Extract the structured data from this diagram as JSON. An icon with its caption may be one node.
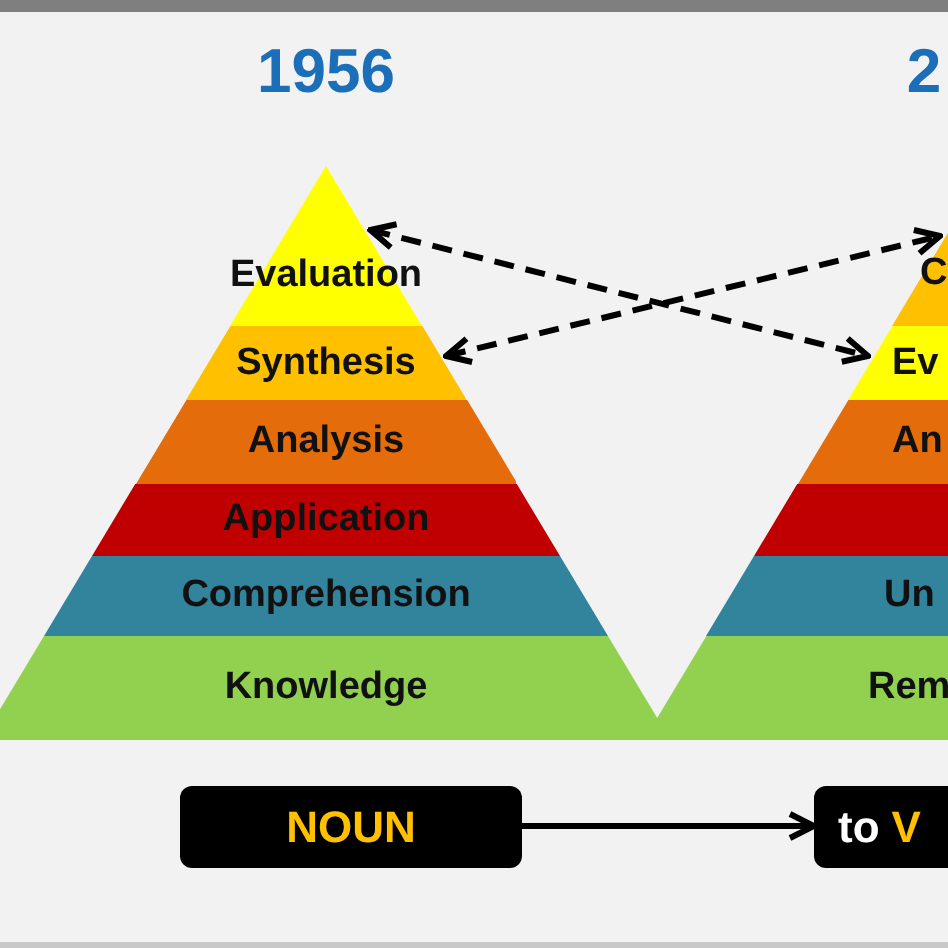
{
  "diagram": {
    "nodes": [
      {
        "text": [
          "Evaluation"
        ]
      },
      {
        "text": [
          "Synthesis"
        ]
      },
      {
        "text": [
          "Analysis"
        ]
      },
      {
        "text": [
          "Application"
        ]
      },
      {
        "text": [
          "Comprehension"
        ]
      },
      {
        "text": [
          "Knowledge"
        ]
      },
      {
        "text": [
          "C"
        ]
      },
      {
        "text": [
          "Ev"
        ]
      },
      {
        "text": [
          "An"
        ]
      },
      {
        "text": [],
        "shape": "bar"
      },
      {
        "text": [
          "Un"
        ]
      },
      {
        "text": [
          "Rem"
        ]
      },
      {
        "text": [
          "NOUN"
        ]
      },
      {
        "text": [
          "to",
          "V"
        ]
      }
    ],
    "edges": [
      {
        "from": 0,
        "to": 7,
        "arrow": "both",
        "style": "dashed"
      },
      {
        "from": 1,
        "to": 6,
        "arrow": "both",
        "style": "dashed"
      },
      {
        "from": 12,
        "to": 13,
        "arrow": "to"
      }
    ],
    "labels": [
      "1956",
      "2"
    ]
  }
}
